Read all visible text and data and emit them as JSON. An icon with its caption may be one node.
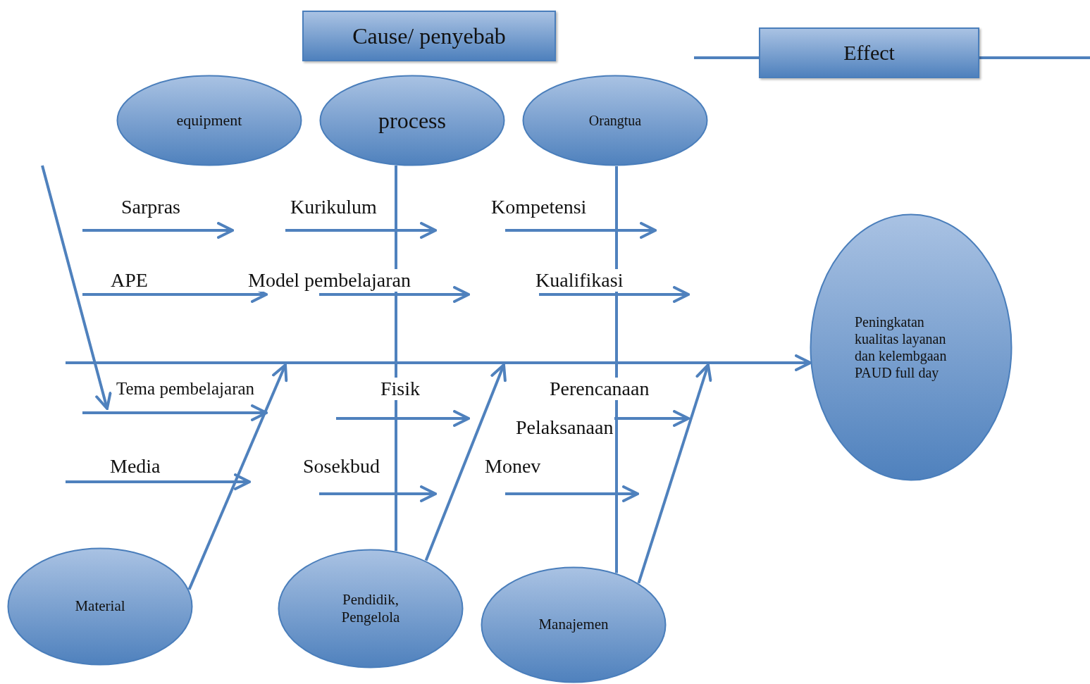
{
  "diagram": {
    "nodes": [
      {
        "text": [
          "Cause/ penyebab"
        ]
      },
      {
        "text": [
          "Effect"
        ]
      },
      {
        "text": [
          "equipment"
        ]
      },
      {
        "text": [
          "process"
        ]
      },
      {
        "text": [
          "Orangtua"
        ]
      },
      {
        "text": [
          "Peningkatan kualitas layanan dan kelembgaan PAUD full day"
        ]
      },
      {
        "text": [
          "Material"
        ]
      },
      {
        "text": [
          "Pendidik, Pengelola"
        ]
      },
      {
        "text": [
          "Manajemen"
        ]
      }
    ],
    "edges": [
      {
        "from": null,
        "to": 5,
        "arrow": "to"
      },
      {
        "from": 3,
        "to": 7,
        "arrow": "none"
      },
      {
        "from": 4,
        "to": 8,
        "arrow": "none"
      },
      {
        "from": 6,
        "to": null,
        "arrow": "to"
      },
      {
        "from": 7,
        "to": null,
        "arrow": "to"
      },
      {
        "from": 8,
        "to": null,
        "arrow": "to"
      },
      {
        "from": null,
        "to": 1,
        "arrow": "none"
      },
      {
        "from": 1,
        "to": null,
        "arrow": "none"
      }
    ],
    "labels": [
      "Sarpras",
      "Kurikulum",
      "Kompetensi",
      "APE",
      "Model pembelajaran",
      "Kualifikasi",
      "Tema pembelajaran",
      "Fisik",
      "Perencanaan",
      "Pelaksanaan",
      "Media",
      "Sosekbud",
      "Monev"
    ]
  }
}
